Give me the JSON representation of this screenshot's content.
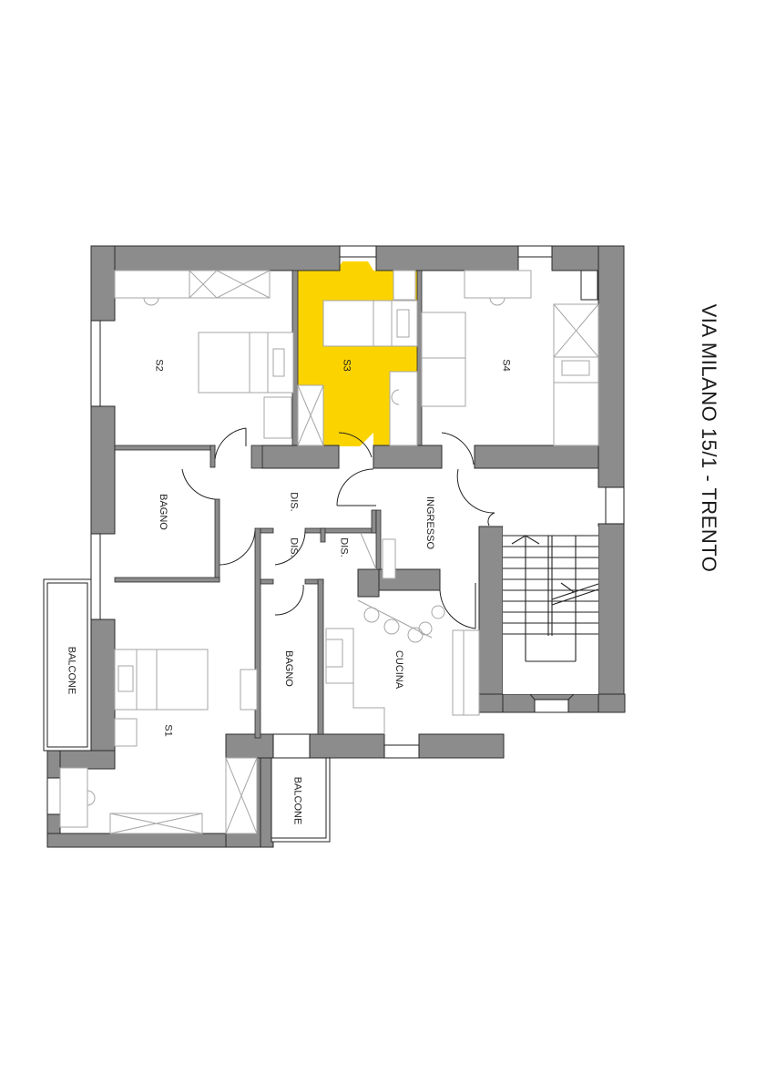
{
  "title": "VIA MILANO 15/1 - TRENTO",
  "colors": {
    "wall": "#8c8c8c",
    "wall_stroke": "#2b2b2b",
    "highlight_room": "#fbd400",
    "furniture": "#a6a6a6",
    "background": "#ffffff"
  },
  "highlighted_room": "S3",
  "rooms": [
    {
      "id": "s2",
      "label": "S2"
    },
    {
      "id": "s3",
      "label": "S3"
    },
    {
      "id": "s4",
      "label": "S4"
    },
    {
      "id": "bagno-1",
      "label": "BAGNO"
    },
    {
      "id": "dis-1",
      "label": "DIS."
    },
    {
      "id": "dis-2",
      "label": "DIS."
    },
    {
      "id": "dis-3",
      "label": "DIS."
    },
    {
      "id": "ingresso",
      "label": "INGRESSO"
    },
    {
      "id": "balcone-1",
      "label": "BALCONE"
    },
    {
      "id": "bagno-2",
      "label": "BAGNO"
    },
    {
      "id": "cucina",
      "label": "CUCINA"
    },
    {
      "id": "s1",
      "label": "S1"
    },
    {
      "id": "balcone-2",
      "label": "BALCONE"
    }
  ]
}
